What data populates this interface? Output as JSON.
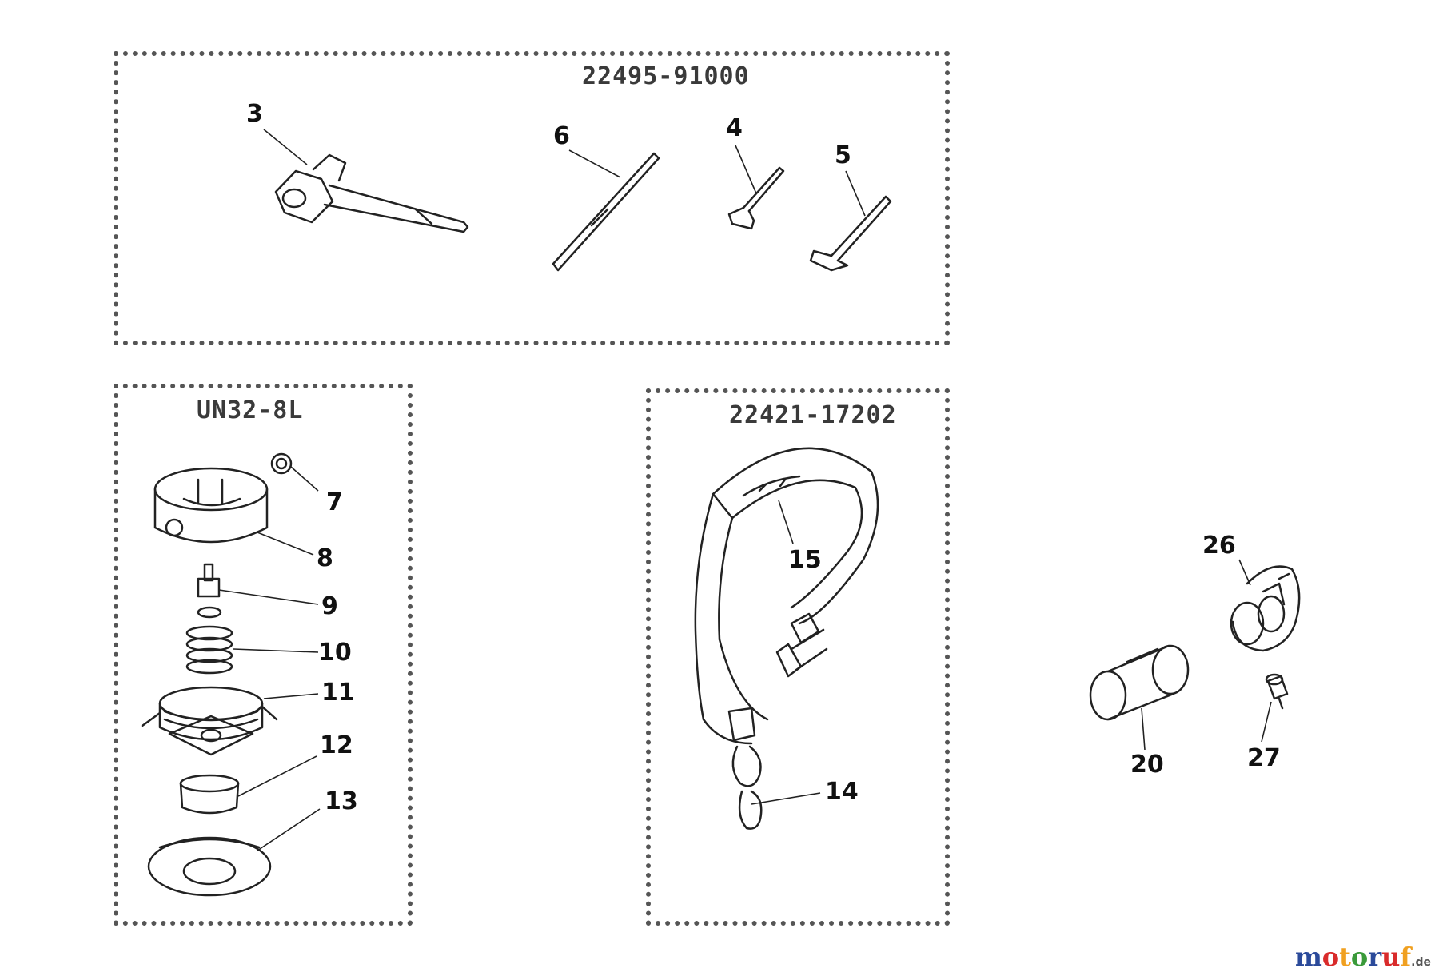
{
  "kits": [
    {
      "part_number": "22495-91000"
    },
    {
      "part_number": "UN32-8L"
    },
    {
      "part_number": "22421-17202"
    }
  ],
  "callouts": {
    "c3": "3",
    "c6": "6",
    "c4": "4",
    "c5": "5",
    "c7": "7",
    "c8": "8",
    "c9": "9",
    "c10": "10",
    "c11": "11",
    "c12": "12",
    "c13": "13",
    "c15": "15",
    "c14": "14",
    "c26": "26",
    "c20": "20",
    "c27": "27"
  },
  "watermark": {
    "letters": [
      "m",
      "o",
      "t",
      "o",
      "r",
      "u",
      "f"
    ],
    "suffix": ".de",
    "colors": [
      "#2b4a9a",
      "#d92b2b",
      "#f0a020",
      "#3a9a3a",
      "#2b4a9a",
      "#d92b2b",
      "#f0a020"
    ]
  }
}
